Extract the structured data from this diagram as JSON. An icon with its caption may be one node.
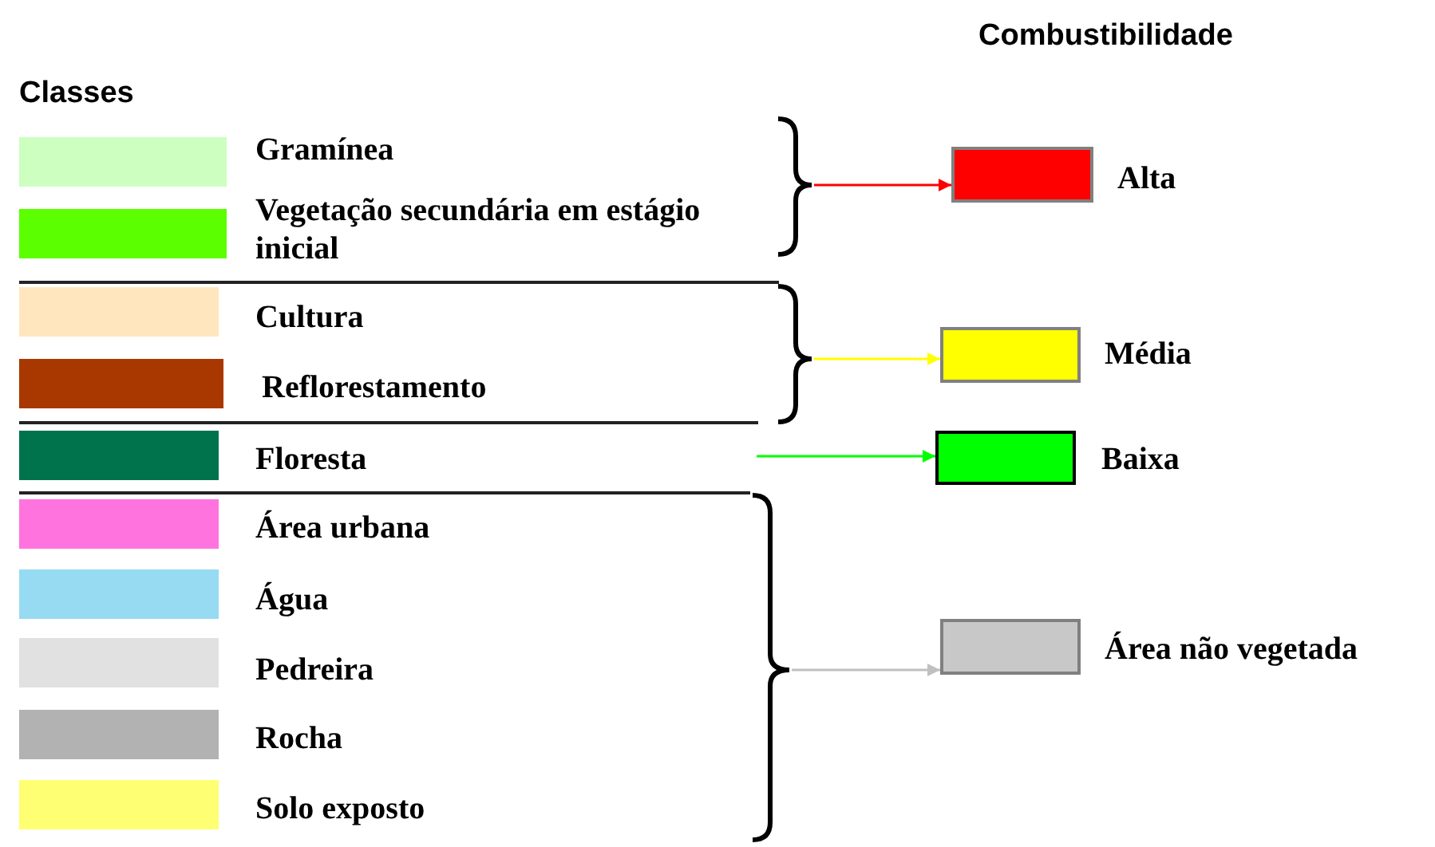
{
  "diagram": {
    "nodes": [
      {
        "text": [],
        "shape": "brace"
      },
      {
        "text": [],
        "shape": "box",
        "beside": [
          "Alta"
        ]
      },
      {
        "text": [],
        "shape": "brace"
      },
      {
        "text": [],
        "shape": "box",
        "beside": [
          "Média"
        ]
      },
      {
        "text": [],
        "shape": "box",
        "beside": [
          "Baixa"
        ]
      },
      {
        "text": [],
        "shape": "brace"
      },
      {
        "text": [],
        "shape": "box",
        "beside": [
          "Área não vegetada"
        ]
      }
    ],
    "edges": [
      {
        "from": 0,
        "to": 1,
        "arrow": "to",
        "color": "#ff0000"
      },
      {
        "from": 2,
        "to": 3,
        "arrow": "to",
        "color": "#ffff00"
      },
      {
        "from": null,
        "to": 4,
        "arrow": "to",
        "color": "#00ff00"
      },
      {
        "from": 5,
        "to": 6,
        "arrow": "to",
        "color": "#c0c0c0"
      }
    ],
    "labels": [
      "Combustibilidade",
      "Classes"
    ],
    "legend": [
      {
        "text": "Gramínea",
        "color": "#ccffc0"
      },
      {
        "text": "Vegetação secundária em estágio inicial",
        "color": "#5cff00"
      },
      {
        "text": "Cultura",
        "color": "#ffe6bf"
      },
      {
        "text": "Reflorestamento",
        "color": "#a83800"
      },
      {
        "text": "Floresta",
        "color": "#00734c"
      },
      {
        "text": "Área urbana",
        "color": "#ff73df"
      },
      {
        "text": "Água",
        "color": "#97dbf2"
      },
      {
        "text": "Pedreira",
        "color": "#e1e1e1"
      },
      {
        "text": "Rocha",
        "color": "#b2b2b2"
      },
      {
        "text": "Solo exposto",
        "color": "#ffff73"
      }
    ]
  }
}
